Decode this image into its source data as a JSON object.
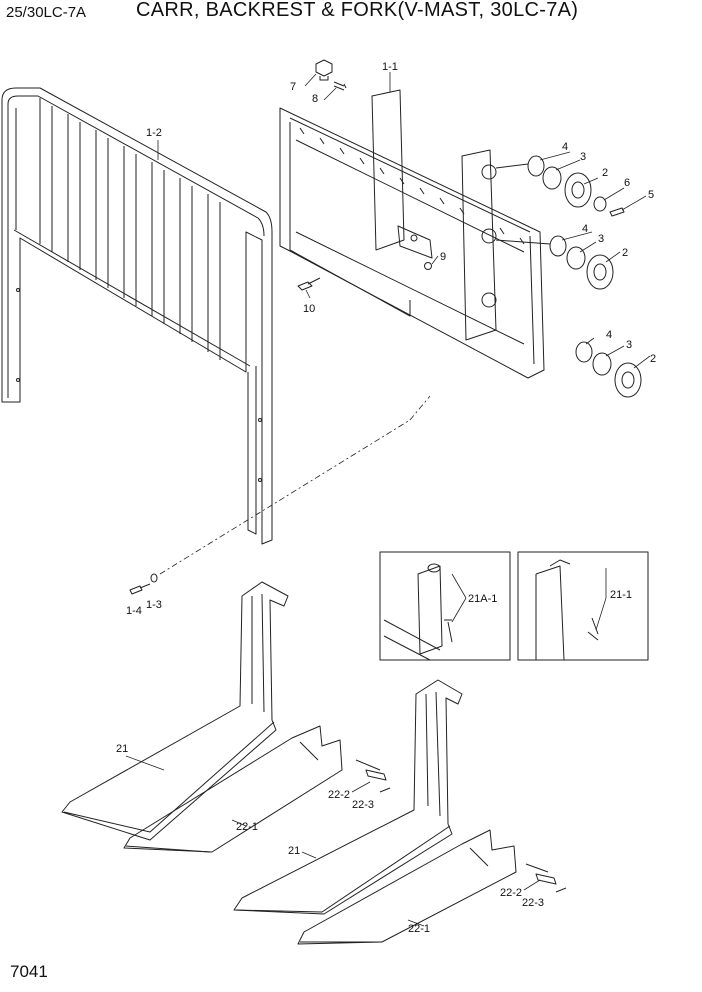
{
  "header": {
    "model": "25/30LC-7A",
    "title": "CARR, BACKREST & FORK(V-MAST, 30LC-7A)"
  },
  "page_number": "7041",
  "callouts": {
    "c1_1": "1-1",
    "c1_2": "1-2",
    "c1_3": "1-3",
    "c1_4": "1-4",
    "c2a": "2",
    "c2b": "2",
    "c2c": "2",
    "c3a": "3",
    "c3b": "3",
    "c3c": "3",
    "c4a": "4",
    "c4b": "4",
    "c4c": "4",
    "c5": "5",
    "c6": "6",
    "c7": "7",
    "c8": "8",
    "c9": "9",
    "c10": "10",
    "c21a": "21",
    "c21b": "21",
    "c21_1": "21-1",
    "c21A_1": "21A-1",
    "c22_1a": "22-1",
    "c22_1b": "22-1",
    "c22_2a": "22-2",
    "c22_2b": "22-2",
    "c22_3a": "22-3",
    "c22_3b": "22-3"
  }
}
